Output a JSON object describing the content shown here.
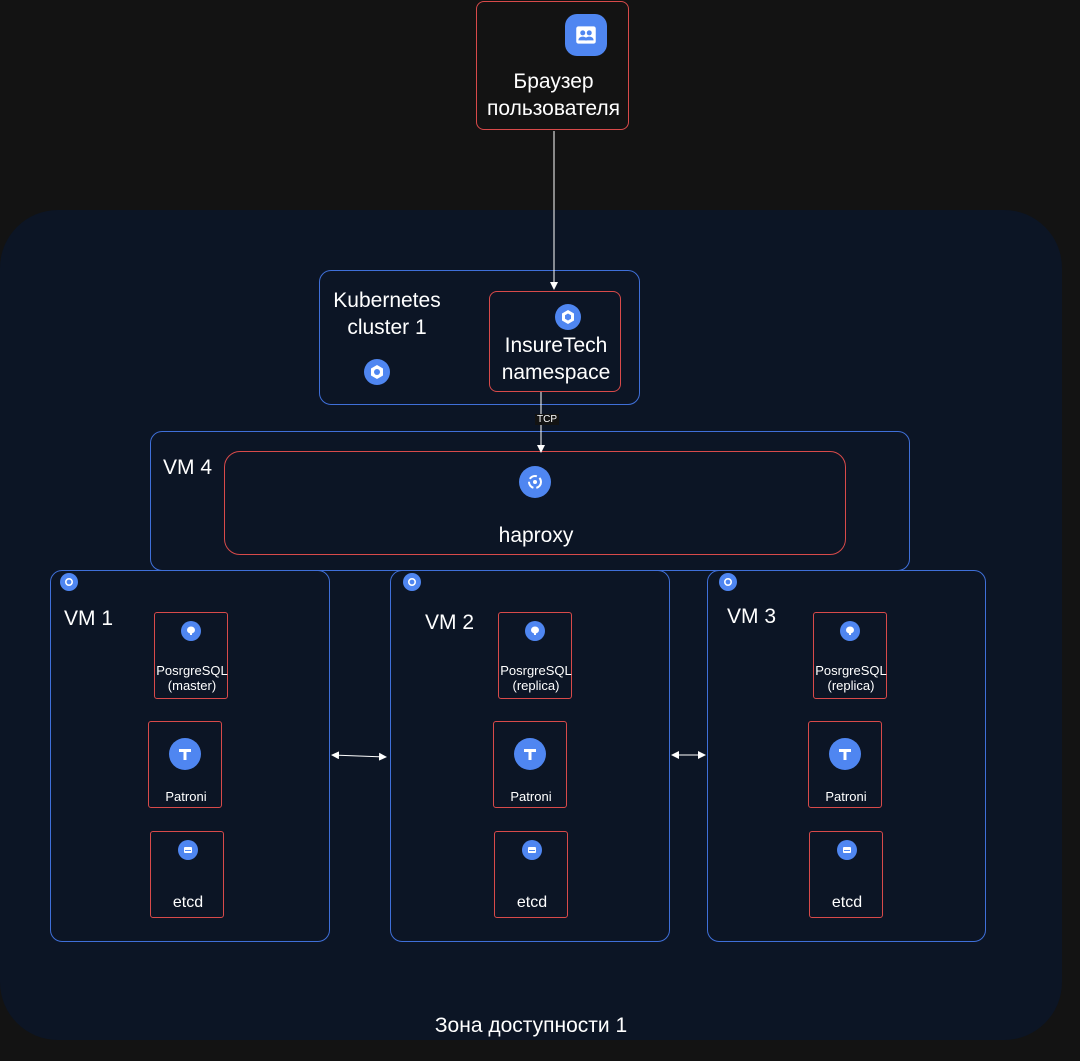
{
  "browser": {
    "label_line1": "Браузер",
    "label_line2": "пользователя",
    "icon": "users-icon"
  },
  "zone": {
    "label": "Зона доступности 1"
  },
  "k8s": {
    "label_line1": "Kubernetes",
    "label_line2": "cluster 1",
    "icon": "kubernetes-icon"
  },
  "namespace": {
    "label_line1": "InsureTech",
    "label_line2": "namespace",
    "icon": "namespace-icon"
  },
  "edge": {
    "tcp_label": "TCP"
  },
  "vm4": {
    "label": "VM 4",
    "service": "haproxy"
  },
  "vms": [
    {
      "label": "VM 1",
      "pg_line1": "PosrgreSQL",
      "pg_line2": "(master)",
      "patroni": "Patroni",
      "etcd": "etcd"
    },
    {
      "label": "VM 2",
      "pg_line1": "PosrgreSQL",
      "pg_line2": "(replica)",
      "patroni": "Patroni",
      "etcd": "etcd"
    },
    {
      "label": "VM 3",
      "pg_line1": "PosrgreSQL",
      "pg_line2": "(replica)",
      "patroni": "Patroni",
      "etcd": "etcd"
    }
  ],
  "colors": {
    "zone": "#0c1525",
    "blue_border": "#3f6fd8",
    "red_border": "#d84a4a",
    "icon": "#4f86f1",
    "background": "#131313"
  }
}
